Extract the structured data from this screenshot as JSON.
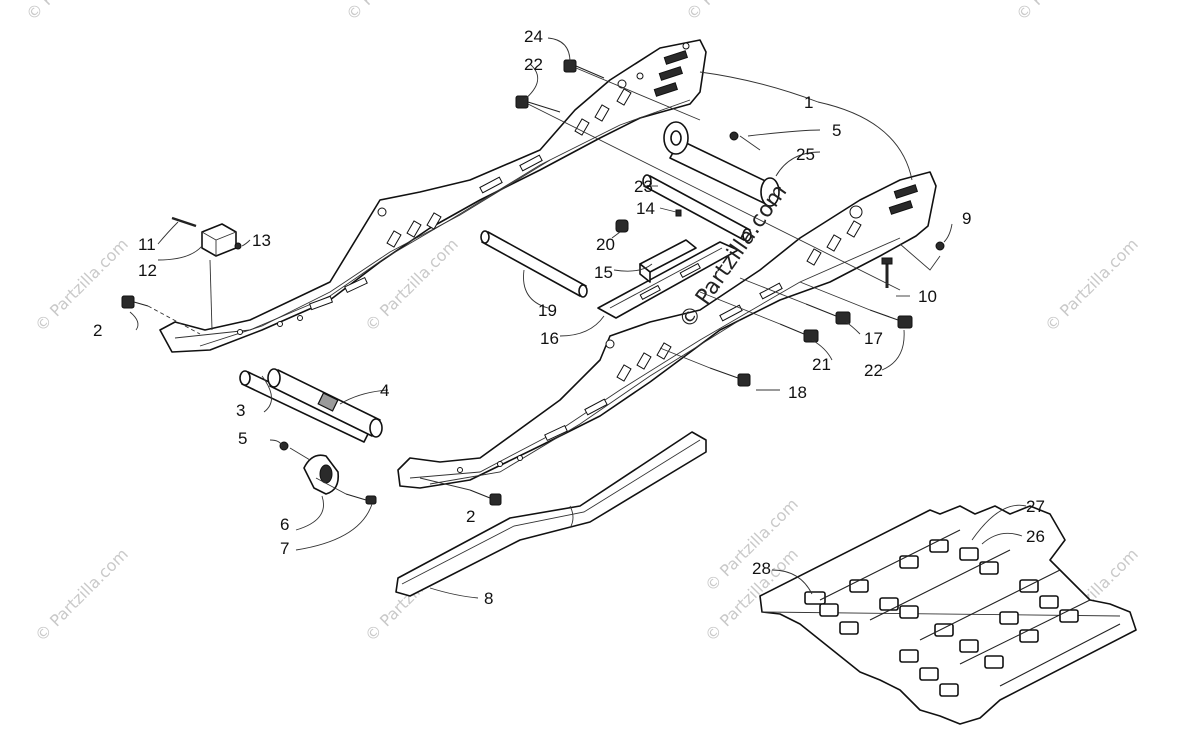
{
  "watermark": "© Partzilla.com",
  "center_watermark": "© Partzilla.com",
  "callouts": {
    "c1": "1",
    "c2a": "2",
    "c2b": "2",
    "c3": "3",
    "c4": "4",
    "c5a": "5",
    "c5b": "5",
    "c6": "6",
    "c7": "7",
    "c8": "8",
    "c9": "9",
    "c10": "10",
    "c11": "11",
    "c12": "12",
    "c13": "13",
    "c14": "14",
    "c15": "15",
    "c16": "16",
    "c17": "17",
    "c18": "18",
    "c19": "19",
    "c20": "20",
    "c21": "21",
    "c22a": "22",
    "c22b": "22",
    "c23": "23",
    "c24": "24",
    "c25": "25",
    "c26": "26",
    "c27": "27",
    "c28": "28"
  }
}
